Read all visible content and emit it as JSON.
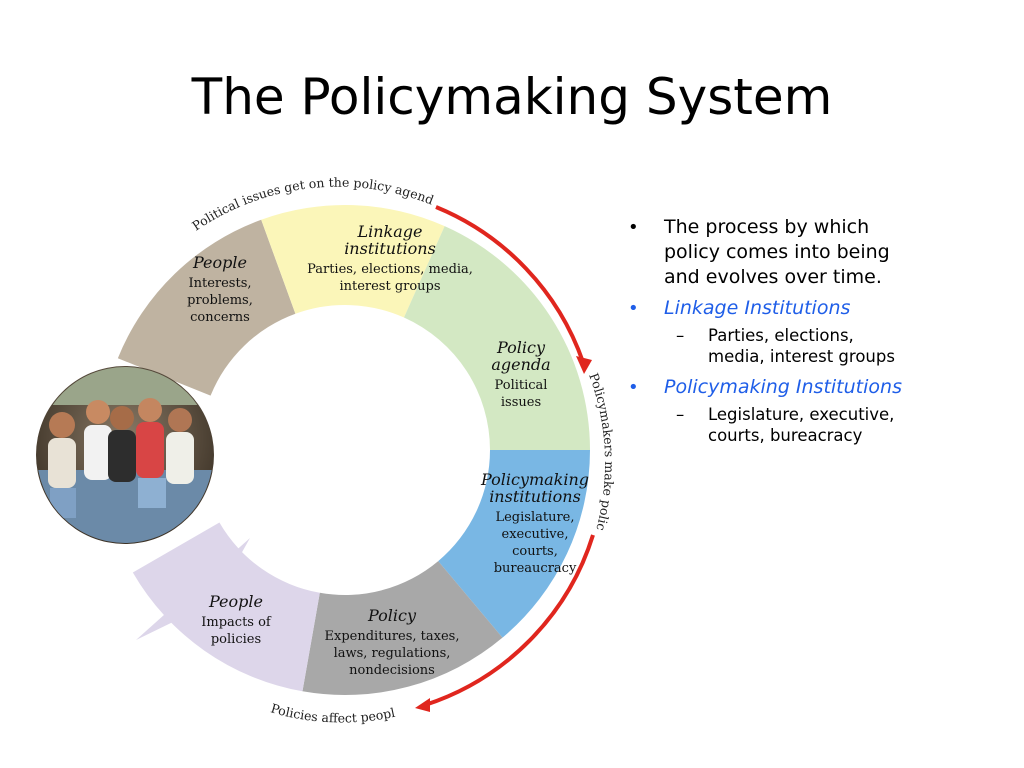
{
  "slide": {
    "title": "The Policymaking System"
  },
  "diagram": {
    "arc_labels": {
      "top": "Political issues get on the policy agenda",
      "right": "Policymakers make policy",
      "bottom": "Policies affect people"
    },
    "segments": [
      {
        "id": "people-interests",
        "heading": "People",
        "body": [
          "Interests,",
          "problems,",
          "concerns"
        ],
        "fill": "#bfb3a1"
      },
      {
        "id": "linkage",
        "heading": [
          "Linkage",
          "institutions"
        ],
        "body": [
          "Parties, elections, media,",
          "interest groups"
        ],
        "fill": "#fbf6b9"
      },
      {
        "id": "agenda",
        "heading": [
          "Policy",
          "agenda"
        ],
        "body": [
          "Political",
          "issues"
        ],
        "fill": "#d3e8c3"
      },
      {
        "id": "policymaking",
        "heading": [
          "Policymaking",
          "institutions"
        ],
        "body": [
          "Legislature,",
          "executive,",
          "courts,",
          "bureaucracy"
        ],
        "fill": "#79b7e4"
      },
      {
        "id": "policy",
        "heading": "Policy",
        "body": [
          "Expenditures, taxes,",
          "laws, regulations,",
          "nondecisions"
        ],
        "fill": "#a8a8a8"
      },
      {
        "id": "people-impacts",
        "heading": "People",
        "body": [
          "Impacts of",
          "policies"
        ],
        "fill": "#ddd6ea"
      }
    ],
    "colors": {
      "arrow": "#e0261e"
    }
  },
  "bullets": [
    {
      "text": "The process by which policy comes into being and evolves over time.",
      "lines": [
        "The process by which",
        "policy comes into being",
        "and evolves over time."
      ],
      "accent": false
    },
    {
      "text": "Linkage Institutions",
      "accent": true,
      "sub": [
        "Parties, elections,",
        "media, interest groups"
      ]
    },
    {
      "text": "Policymaking Institutions",
      "accent": true,
      "sub": [
        "Legislature, executive,",
        "courts, bureacracy"
      ]
    }
  ]
}
